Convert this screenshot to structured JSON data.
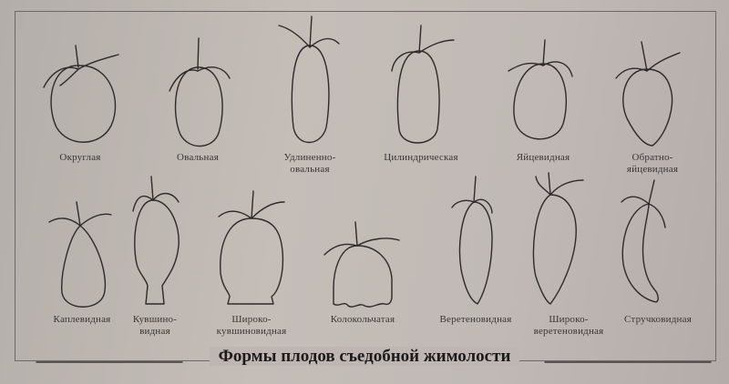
{
  "figure": {
    "caption": "Формы плодов съедобной жимолости",
    "rows": [
      {
        "items": [
          {
            "name": "fruit-round",
            "label_lines": [
              "Округлая"
            ]
          },
          {
            "name": "fruit-oval",
            "label_lines": [
              "Овальная"
            ]
          },
          {
            "name": "fruit-elongated-oval",
            "label_lines": [
              "Удлиненно-",
              "овальная"
            ]
          },
          {
            "name": "fruit-cylindrical",
            "label_lines": [
              "Цилиндрическая"
            ]
          },
          {
            "name": "fruit-egg-shaped",
            "label_lines": [
              "Яйцевидная"
            ]
          },
          {
            "name": "fruit-obovate",
            "label_lines": [
              "Обратно-",
              "яйцевидная"
            ]
          }
        ]
      },
      {
        "items": [
          {
            "name": "fruit-drop-shaped",
            "label_lines": [
              "Каплевидная"
            ]
          },
          {
            "name": "fruit-jug-shaped",
            "label_lines": [
              "Кувшино-",
              "видная"
            ]
          },
          {
            "name": "fruit-wide-jug-shaped",
            "label_lines": [
              "Широко-",
              "кувшиновидная"
            ]
          },
          {
            "name": "fruit-bell-shaped",
            "label_lines": [
              "Колокольчатая"
            ]
          },
          {
            "name": "fruit-spindle-shaped",
            "label_lines": [
              "Веретеновидная"
            ]
          },
          {
            "name": "fruit-wide-spindle-shaped",
            "label_lines": [
              "Широко-",
              "веретеновидная"
            ]
          },
          {
            "name": "fruit-pod-shaped",
            "label_lines": [
              "Стручковидная"
            ]
          }
        ]
      }
    ]
  }
}
